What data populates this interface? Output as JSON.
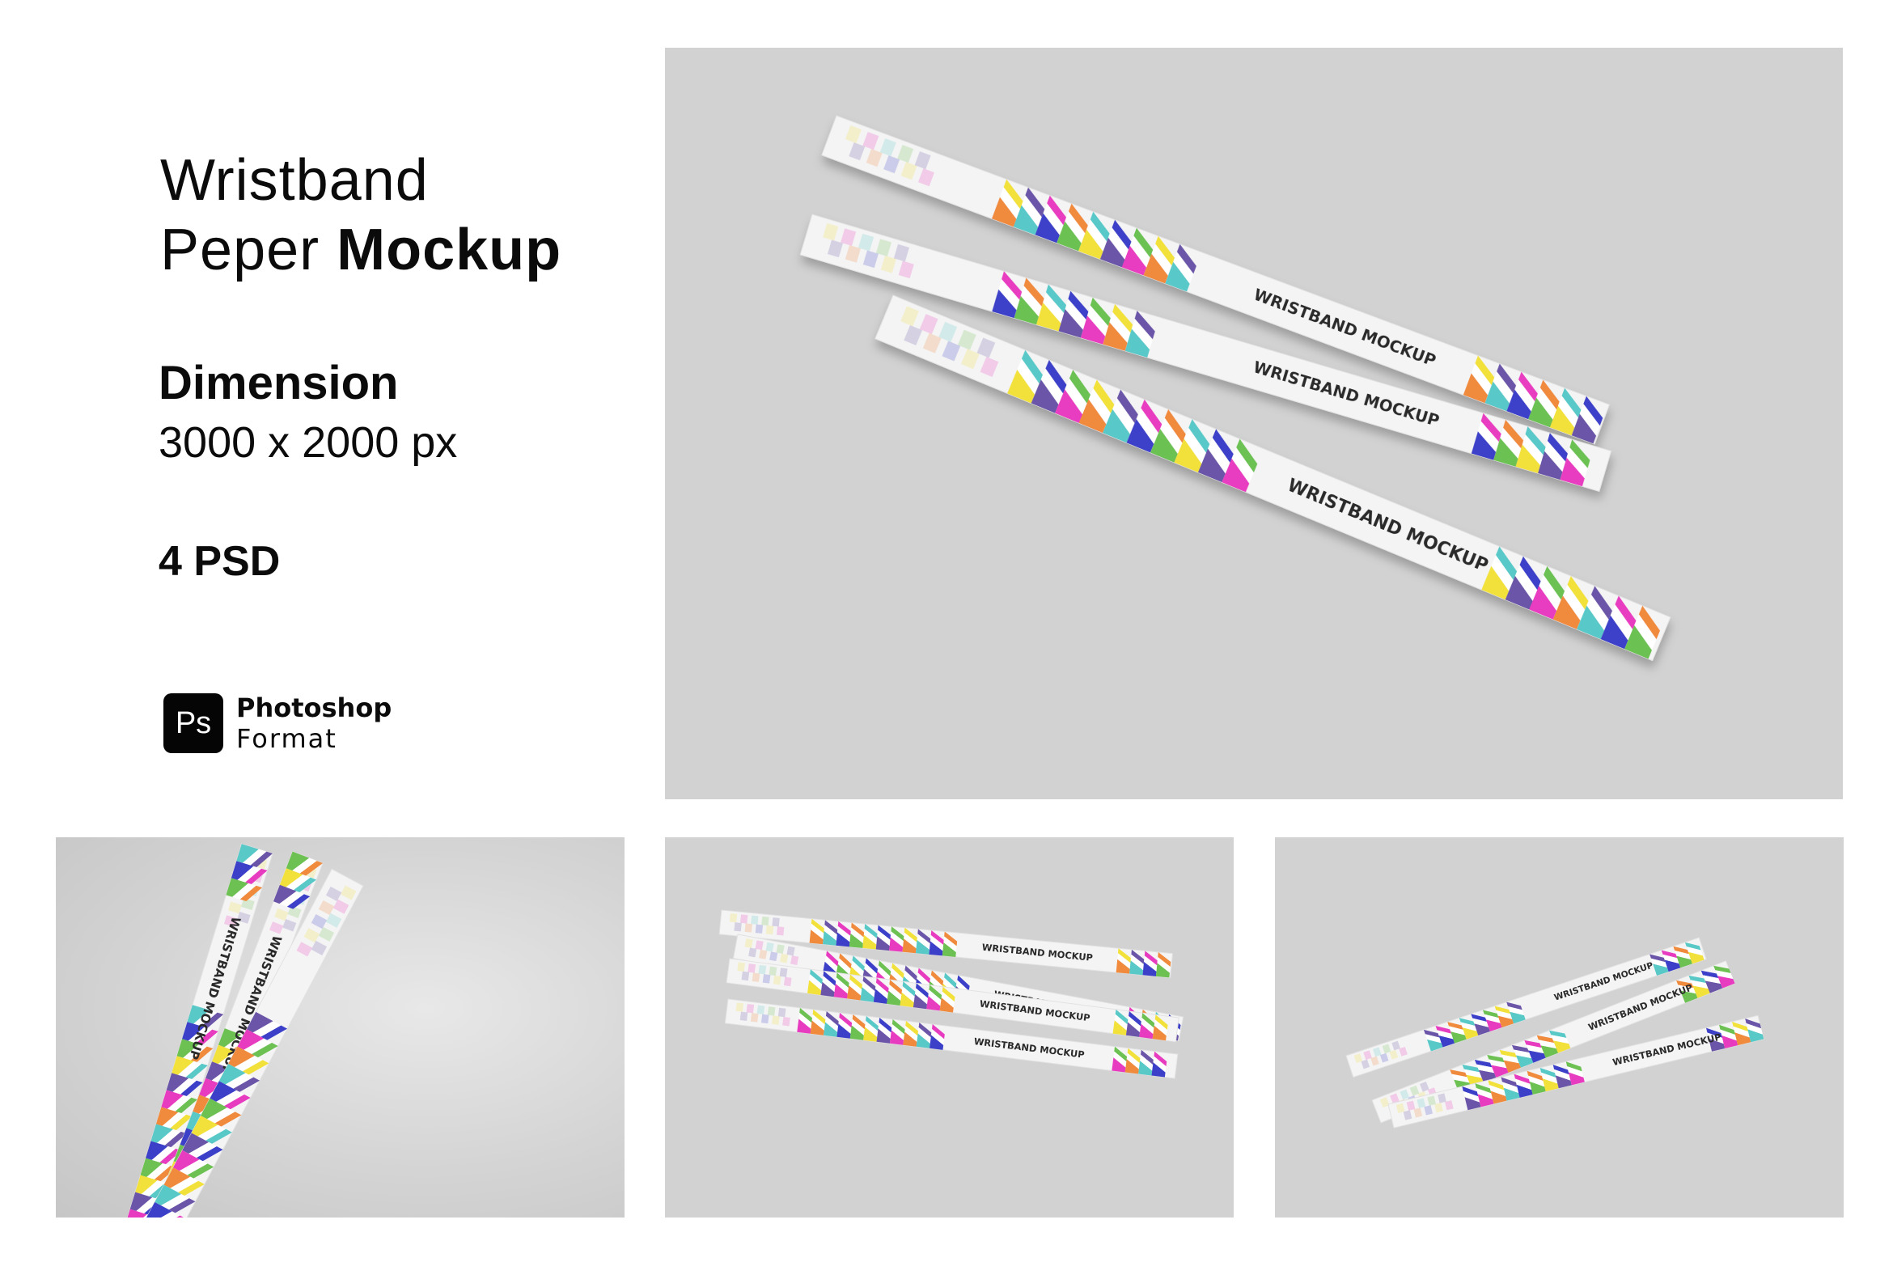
{
  "title": {
    "line1": "Wristband",
    "line2_regular": "Peper ",
    "line2_bold": "Mockup"
  },
  "dimension": {
    "label": "Dimension",
    "value": "3000 x 2000 px"
  },
  "psd_count": "4 PSD",
  "format": {
    "badge": "Ps",
    "line1": "Photoshop",
    "line2": "Format"
  },
  "band_label": "WRISTBAND MOCKUP",
  "colors": {
    "panel_bg": "#d2d2d2",
    "band_white": "#f4f4f4",
    "palette": [
      "#f2e13a",
      "#6a55a8",
      "#e83cc0",
      "#f08a3c",
      "#59c9c8",
      "#3c3fc8",
      "#6cc152"
    ]
  },
  "previews": [
    {
      "name": "main-preview"
    },
    {
      "name": "preview-1"
    },
    {
      "name": "preview-2"
    },
    {
      "name": "preview-3"
    }
  ]
}
